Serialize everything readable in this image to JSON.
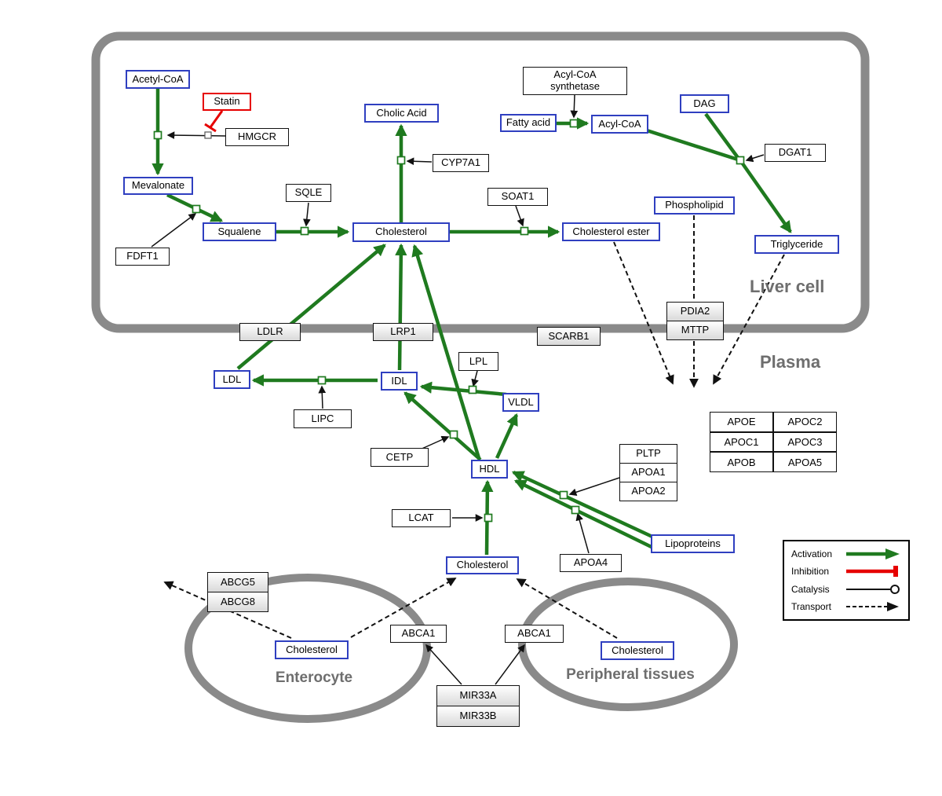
{
  "colors": {
    "activation_green": "#1f7a1f",
    "inhibition_red": "#e60000",
    "metabolite_border_blue": "#2f3fc0",
    "membrane_gray": "#8a8a8a",
    "region_label_gray": "#6e6e6e"
  },
  "regions": {
    "liver": {
      "label": "Liver cell"
    },
    "plasma": {
      "label": "Plasma"
    },
    "enterocyte": {
      "label": "Enterocyte"
    },
    "peripheral": {
      "label": "Peripheral tissues"
    }
  },
  "nodes": {
    "acetyl_coa": {
      "label": "Acetyl-CoA"
    },
    "statin": {
      "label": "Statin"
    },
    "hmgcr": {
      "label": "HMGCR"
    },
    "mevalonate": {
      "label": "Mevalonate"
    },
    "fdft1": {
      "label": "FDFT1"
    },
    "squalene": {
      "label": "Squalene"
    },
    "sqle": {
      "label": "SQLE"
    },
    "cholesterol_liver": {
      "label": "Cholesterol"
    },
    "cholic_acid": {
      "label": "Cholic Acid"
    },
    "cyp7a1": {
      "label": "CYP7A1"
    },
    "soat1": {
      "label": "SOAT1"
    },
    "cholesterol_ester": {
      "label": "Cholesterol ester"
    },
    "fatty_acid": {
      "label": "Fatty acid"
    },
    "acyl_coa_synthetase": {
      "label": "Acyl-CoA\nsynthetase"
    },
    "acyl_coa": {
      "label": "Acyl-CoA"
    },
    "dag": {
      "label": "DAG"
    },
    "dgat1": {
      "label": "DGAT1"
    },
    "phospholipid": {
      "label": "Phospholipid"
    },
    "triglyceride": {
      "label": "Triglyceride"
    },
    "ldlr": {
      "label": "LDLR"
    },
    "lrp1": {
      "label": "LRP1"
    },
    "scarb1": {
      "label": "SCARB1"
    },
    "pdia2": {
      "label": "PDIA2"
    },
    "mttp": {
      "label": "MTTP"
    },
    "ldl": {
      "label": "LDL"
    },
    "idl": {
      "label": "IDL"
    },
    "lipc": {
      "label": "LIPC"
    },
    "lpl": {
      "label": "LPL"
    },
    "vldl": {
      "label": "VLDL"
    },
    "cetp": {
      "label": "CETP"
    },
    "hdl": {
      "label": "HDL"
    },
    "apoe": {
      "label": "APOE"
    },
    "apoc2": {
      "label": "APOC2"
    },
    "apoc1": {
      "label": "APOC1"
    },
    "apoc3": {
      "label": "APOC3"
    },
    "apob": {
      "label": "APOB"
    },
    "apoa5": {
      "label": "APOA5"
    },
    "pltp": {
      "label": "PLTP"
    },
    "apoa1": {
      "label": "APOA1"
    },
    "apoa2": {
      "label": "APOA2"
    },
    "lcat": {
      "label": "LCAT"
    },
    "apoa4": {
      "label": "APOA4"
    },
    "lipoproteins": {
      "label": "Lipoproteins"
    },
    "cholesterol_plasma": {
      "label": "Cholesterol"
    },
    "abcg5": {
      "label": "ABCG5"
    },
    "abcg8": {
      "label": "ABCG8"
    },
    "cholesterol_enterocyte": {
      "label": "Cholesterol"
    },
    "abca1_enterocyte": {
      "label": "ABCA1"
    },
    "abca1_peripheral": {
      "label": "ABCA1"
    },
    "cholesterol_peripheral": {
      "label": "Cholesterol"
    },
    "mir33a": {
      "label": "MIR33A"
    },
    "mir33b": {
      "label": "MIR33B"
    }
  },
  "legend": {
    "items": [
      {
        "label": "Activation",
        "type": "activation"
      },
      {
        "label": "Inhibition",
        "type": "inhibition"
      },
      {
        "label": "Catalysis",
        "type": "catalysis"
      },
      {
        "label": "Transport",
        "type": "transport"
      }
    ]
  }
}
